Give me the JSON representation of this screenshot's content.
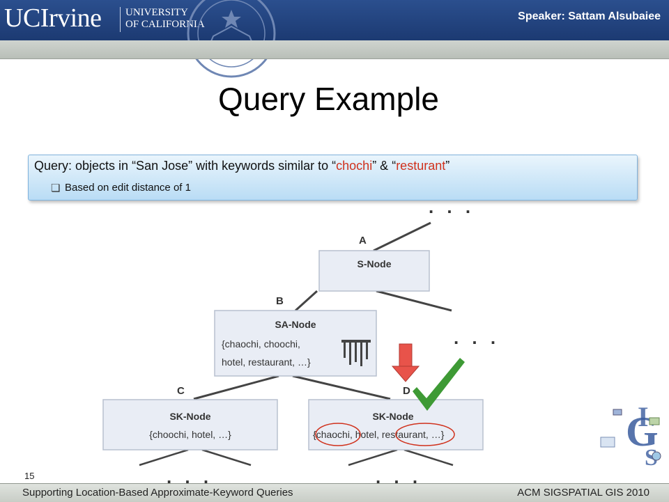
{
  "header": {
    "logo_main": "UCIrvine",
    "logo_univ_line1": "UNIVERSITY",
    "logo_univ_line2": "OF CALIFORNIA",
    "speaker": "Speaker: Sattam Alsubaiee"
  },
  "title": "Query Example",
  "query": {
    "prefix": "Query: objects in “San Jose” with keywords similar to “",
    "kw1": "chochi",
    "middle": "” & “",
    "kw2": "resturant",
    "suffix": "”",
    "sub": "Based on edit distance of 1"
  },
  "diagram": {
    "ellipsis": ". . .",
    "edges": {
      "a": "A",
      "b": "B",
      "c": "C",
      "d": "D"
    },
    "s_node": {
      "label": "S-Node"
    },
    "sa_node": {
      "label": "SA-Node",
      "kw1": "{chaochi, choochi,",
      "kw2": "hotel, restaurant, …}"
    },
    "sk_left": {
      "label": "SK-Node",
      "kw": "{choochi, hotel, …}"
    },
    "sk_right": {
      "label": "SK-Node",
      "kw_part1": "{",
      "kw_match1": "chaochi",
      "kw_part2": ", hotel, ",
      "kw_match2": "restaurant",
      "kw_part3": ", …}"
    },
    "colors": {
      "arrow": "#e8534a",
      "check": "#3e9a35",
      "highlight": "#d0311c",
      "node_fill": "#e9edf5"
    }
  },
  "footer": {
    "slide_number": "15",
    "left": "Supporting Location-Based Approximate-Keyword Queries",
    "right": "ACM SIGSPATIAL GIS 2010"
  }
}
